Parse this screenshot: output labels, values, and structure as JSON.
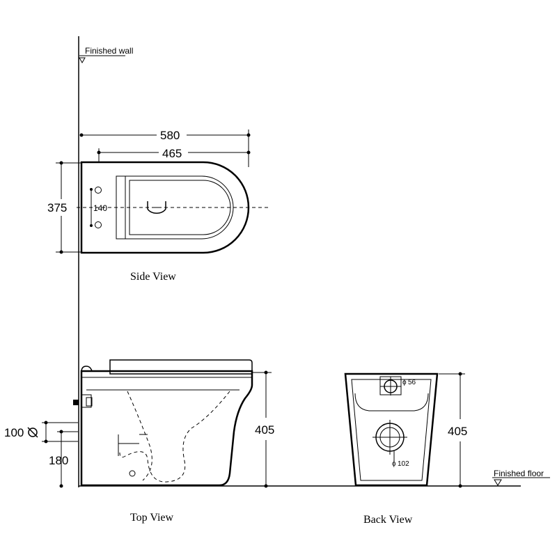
{
  "labels": {
    "finished_wall": "Finished wall",
    "finished_floor": "Finished floor",
    "side_view": "Side View",
    "top_view": "Top View",
    "back_view": "Back View"
  },
  "dimensions": {
    "overall_length": "580",
    "seat_length": "465",
    "width": "375",
    "bolt_spacing": "140",
    "outlet_diameter": "100",
    "outlet_height": "180",
    "height_side": "405",
    "height_back": "405",
    "inlet_diameter": "56",
    "outlet_back_diameter": "102"
  }
}
